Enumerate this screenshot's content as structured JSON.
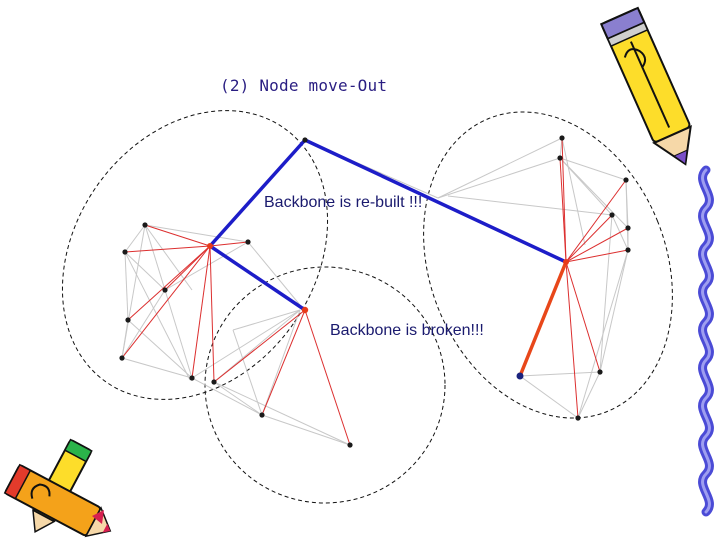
{
  "slide": {
    "title": "(2) Node move-Out",
    "labels": {
      "rebuilt": "Backbone is re-built !!!",
      "broken": "Backbone is broken!!!"
    }
  },
  "colors": {
    "backbone": "#1d1dc8",
    "broken_link": "#e8471a",
    "cluster_link": "#dc2f2f",
    "mesh_link": "#c8c8c8",
    "node": "#1a1a1a",
    "head_node": "#e83a1a",
    "moving_node": "#1a237e"
  },
  "icons": [
    "pencil-clipart-icon",
    "pencils-clipart-icon",
    "wavy-border-icon"
  ]
}
